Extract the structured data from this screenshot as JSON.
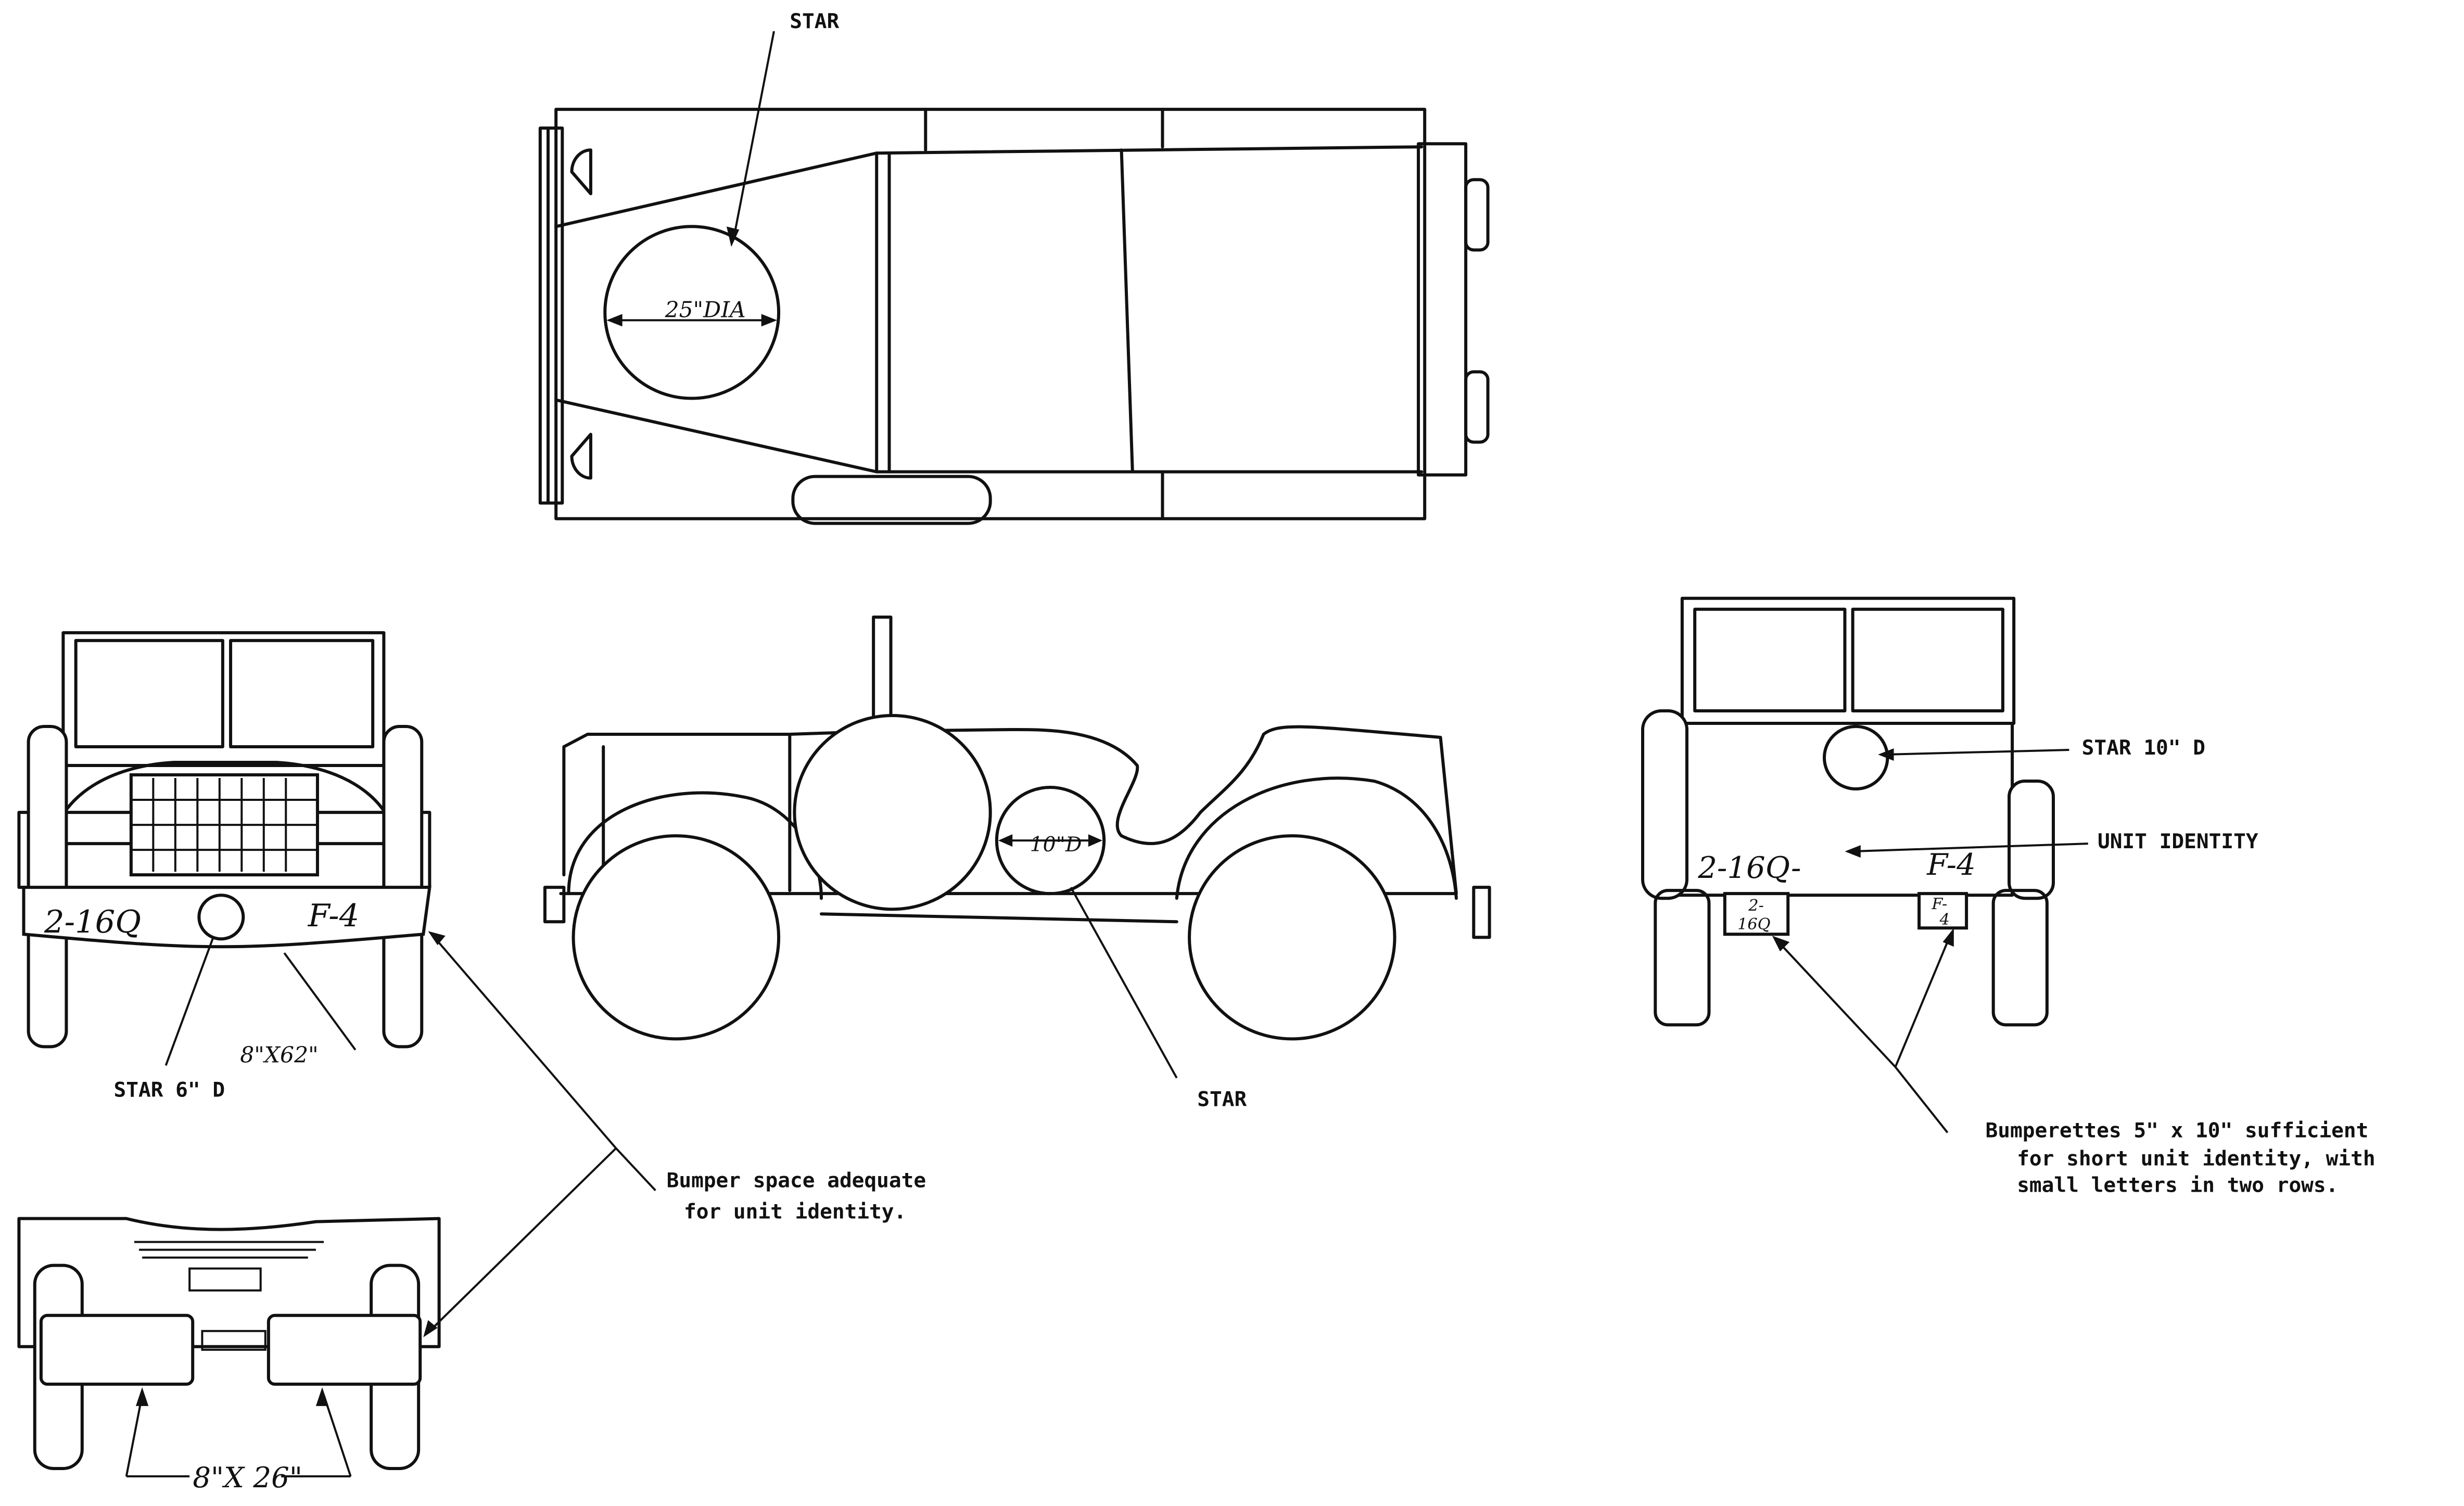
{
  "labels": {
    "top_star": "STAR",
    "top_dim": "25\"DIA",
    "side_dim": "10\"D",
    "side_star": "STAR",
    "front_left_id": "2-16Q",
    "front_right_id": "F-4",
    "front_bumper_dim": "8\"X62\"",
    "front_star": "STAR 6\" D",
    "bumper_note_1": "Bumper space adequate",
    "bumper_note_2": "for unit identity.",
    "bottom_dim": "8\"X 26\"",
    "rear_star": "STAR 10\" D",
    "rear_unit": "UNIT IDENTITY",
    "rear_id_left": "2-16Q-",
    "rear_id_right": "F-4",
    "rear_bumperette_left_1": "2-",
    "rear_bumperette_left_2": "16Q",
    "rear_bumperette_right_1": "F-",
    "rear_bumperette_right_2": "4",
    "bumperettes_1": "Bumperettes 5\" x 10\" sufficient",
    "bumperettes_2": "for short unit identity, with",
    "bumperettes_3": "small letters in two rows."
  }
}
